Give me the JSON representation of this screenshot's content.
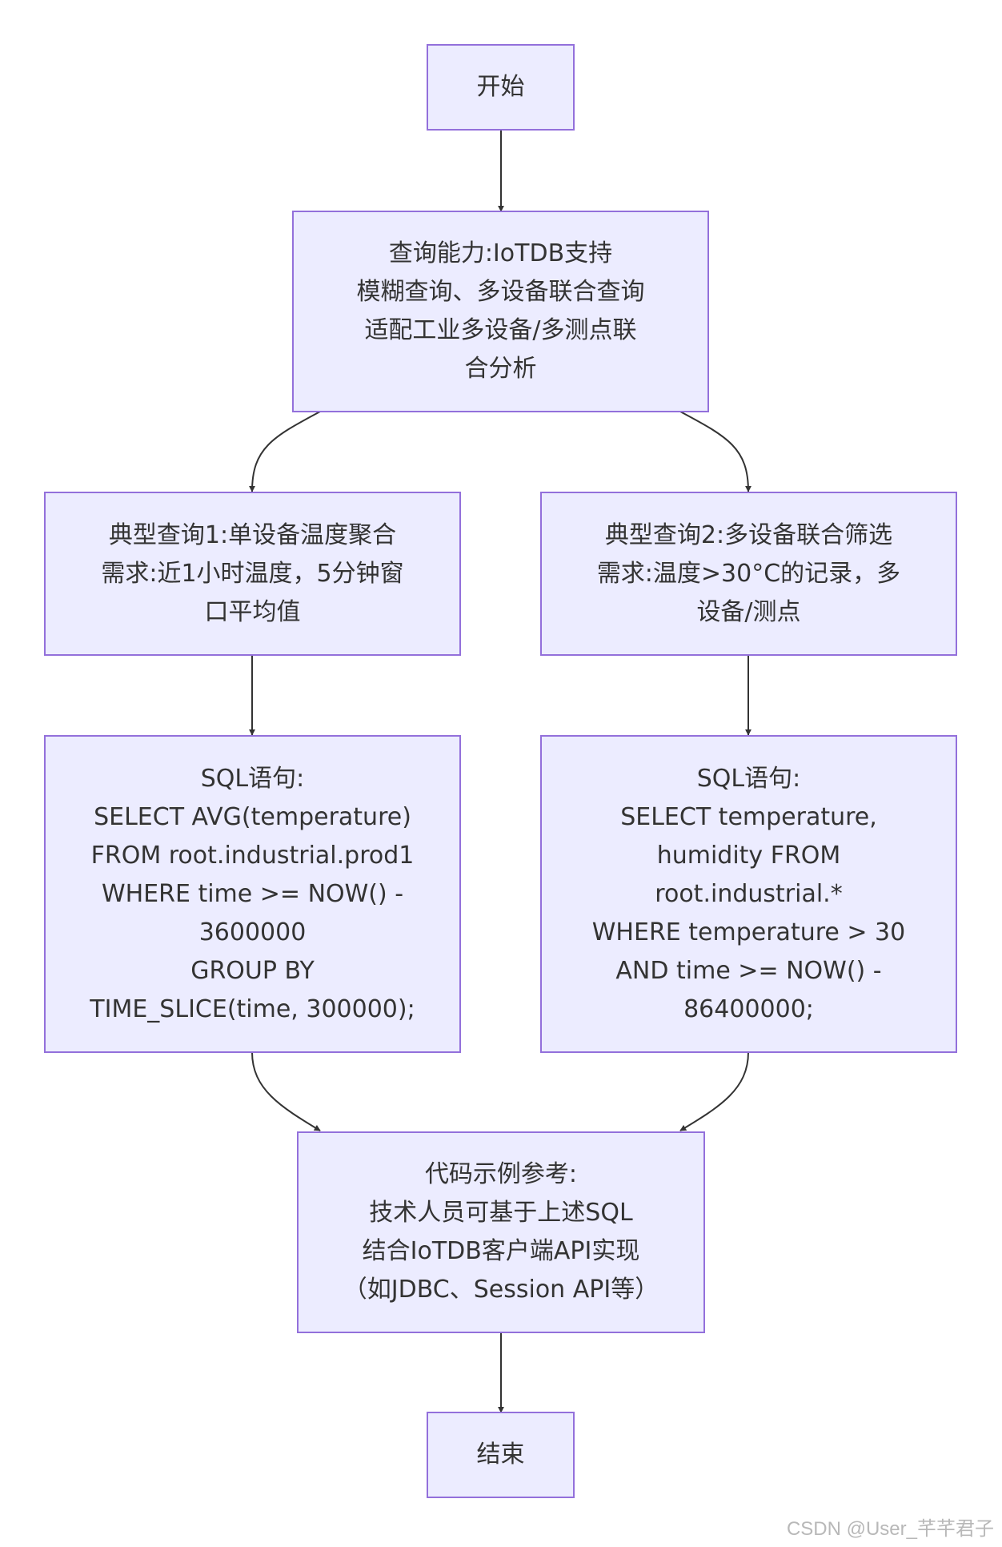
{
  "nodes": {
    "start": [
      "开始"
    ],
    "query_capability": [
      "查询能力:IoTDB支持",
      "模糊查询、多设备联合查询",
      "适配工业多设备/多测点联",
      "合分析"
    ],
    "typical_query_1": [
      "典型查询1:单设备温度聚合",
      "需求:近1小时温度，5分钟窗",
      "口平均值"
    ],
    "typical_query_2": [
      "典型查询2:多设备联合筛选",
      "需求:温度>30°C的记录，多",
      "设备/测点"
    ],
    "sql_1": [
      "SQL语句:",
      "SELECT AVG(temperature)",
      "FROM root.industrial.prod1",
      "WHERE time >= NOW() -",
      "3600000",
      "GROUP BY",
      "TIME_SLICE(time, 300000);"
    ],
    "sql_2": [
      "SQL语句:",
      "SELECT temperature,",
      "humidity FROM",
      "root.industrial.*",
      "WHERE temperature > 30",
      "AND time >= NOW() -",
      "86400000;"
    ],
    "code_reference": [
      "代码示例参考:",
      "技术人员可基于上述SQL",
      "结合IoTDB客户端API实现",
      "（如JDBC、Session API等）"
    ],
    "end": [
      "结束"
    ]
  },
  "watermark": "CSDN @User_芊芊君子",
  "colors": {
    "node_fill": "#ececff",
    "node_border": "#9370db",
    "edge": "#333333",
    "text": "#333333"
  }
}
